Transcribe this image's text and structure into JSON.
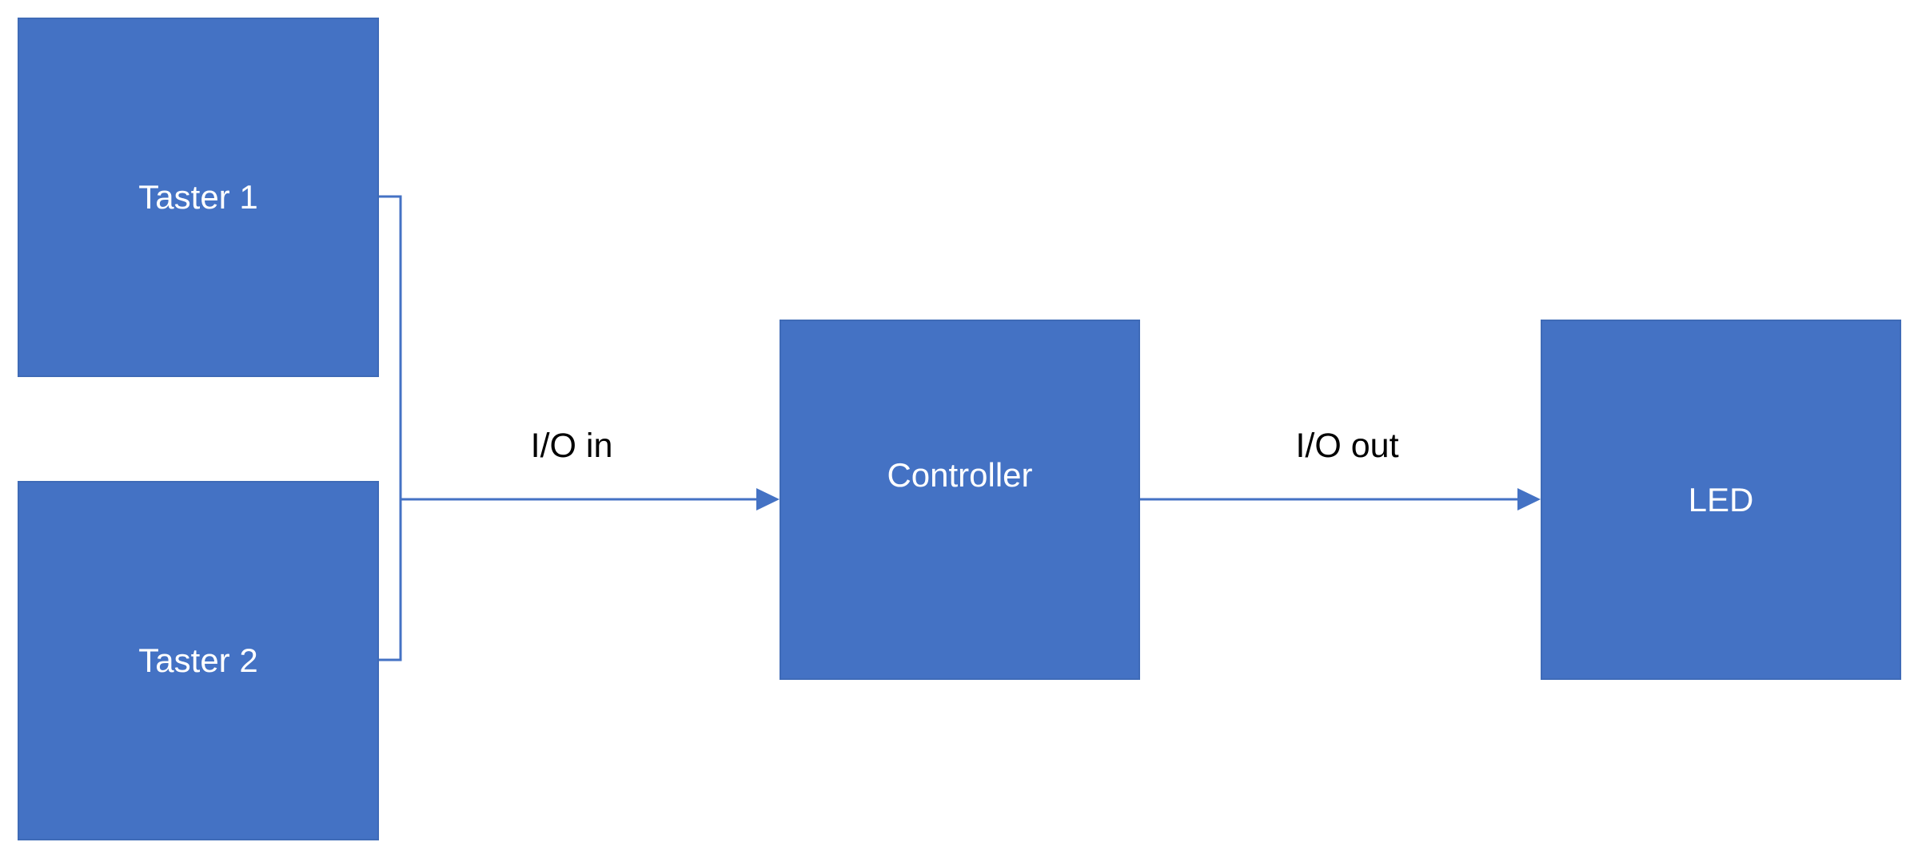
{
  "colors": {
    "block_fill": "#4472c4",
    "block_text": "#ffffff",
    "connector": "#4472c4",
    "label_text": "#000000",
    "background": "#ffffff"
  },
  "blocks": {
    "taster1": {
      "label": "Taster 1"
    },
    "taster2": {
      "label": "Taster 2"
    },
    "controller": {
      "label": "Controller"
    },
    "led": {
      "label": "LED"
    }
  },
  "connections": {
    "io_in": {
      "label": "I/O in"
    },
    "io_out": {
      "label": "I/O out"
    }
  }
}
